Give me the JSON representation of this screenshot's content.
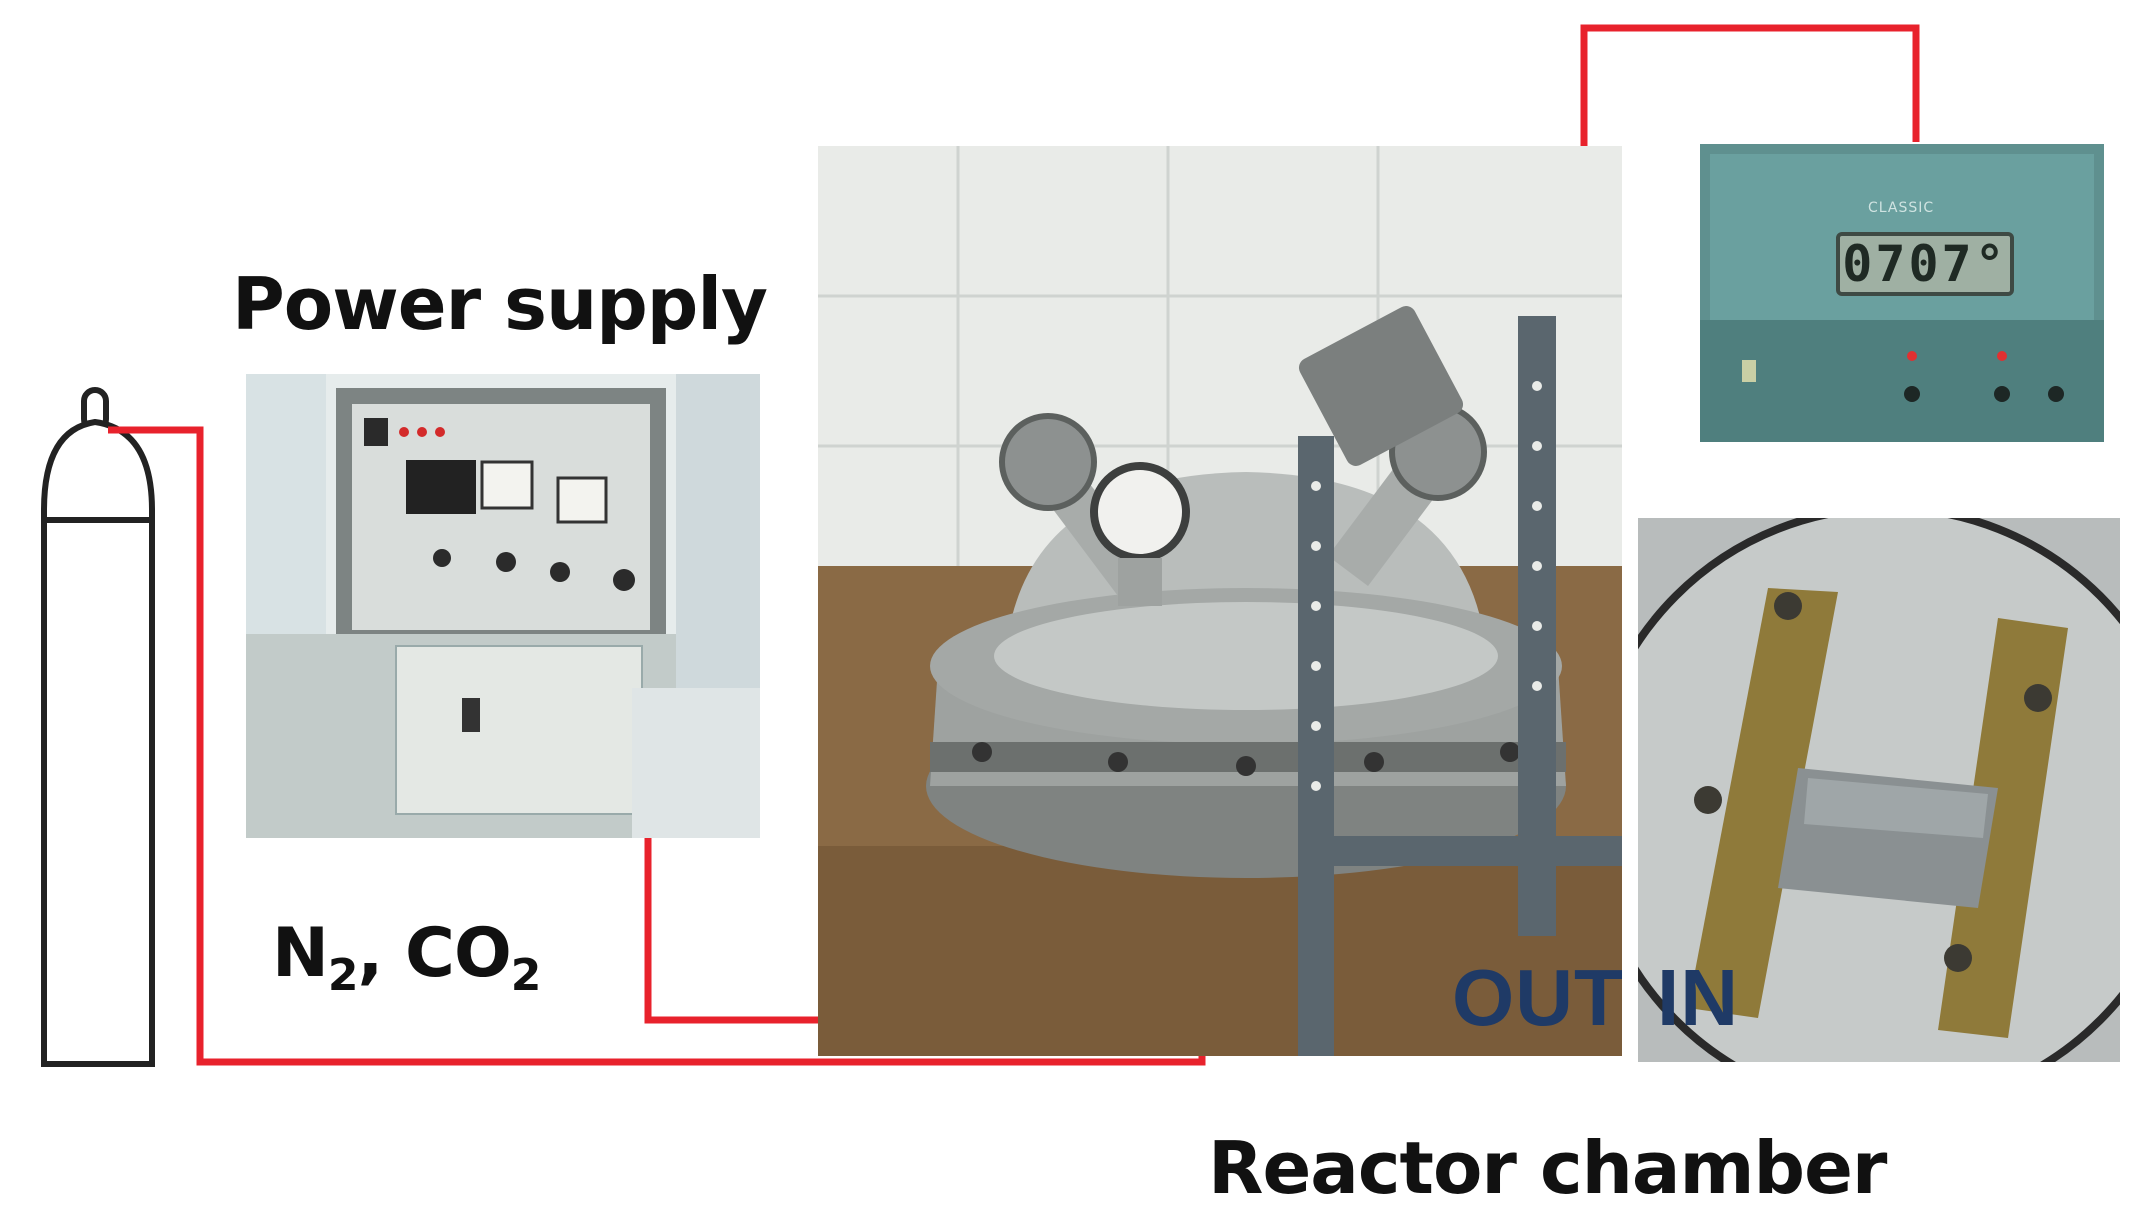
{
  "labels": {
    "power_supply": "Power supply",
    "gas_prefix": "N",
    "gas_sub_1": "2",
    "gas_middle": ", CO",
    "gas_sub_2": "2",
    "reactor_chamber": "Reactor chamber",
    "out": "OUT",
    "in": "IN"
  },
  "thermometer": {
    "brand": "CLASSIC",
    "readout": "0707°"
  },
  "colors": {
    "connection_line": "#e8222c",
    "cylinder_outline": "#222222",
    "tag_text": "#1f3a66"
  },
  "icons": {
    "cylinder": "gas-cylinder-icon"
  }
}
